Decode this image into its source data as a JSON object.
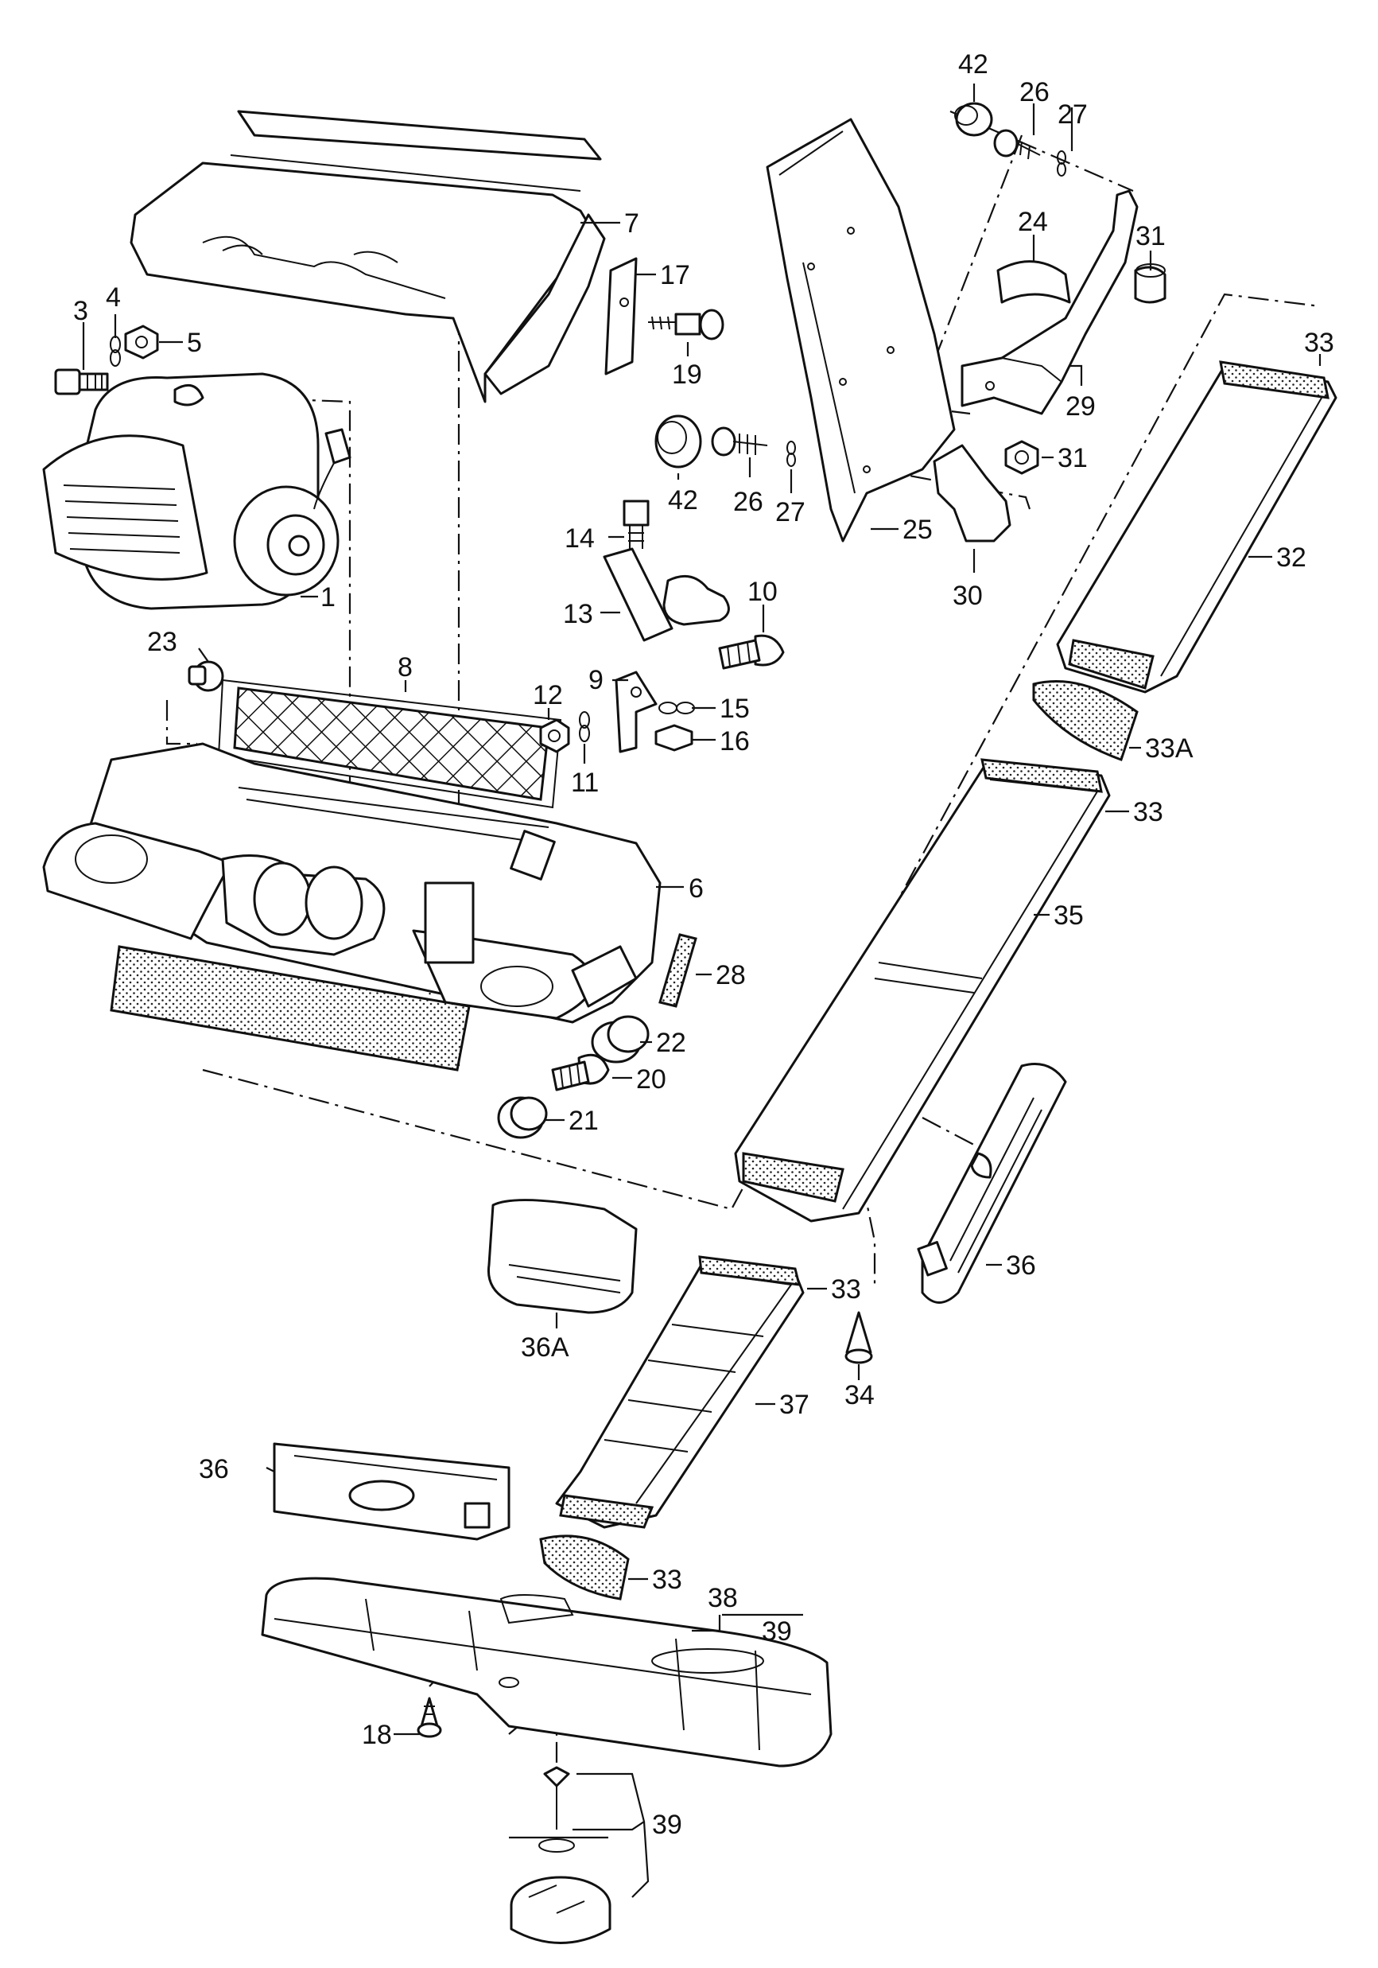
{
  "callouts": [
    {
      "id": "c1",
      "text": "1"
    },
    {
      "id": "c3",
      "text": "3"
    },
    {
      "id": "c4",
      "text": "4"
    },
    {
      "id": "c5",
      "text": "5"
    },
    {
      "id": "c6",
      "text": "6"
    },
    {
      "id": "c7",
      "text": "7"
    },
    {
      "id": "c8",
      "text": "8"
    },
    {
      "id": "c9",
      "text": "9"
    },
    {
      "id": "c10",
      "text": "10"
    },
    {
      "id": "c11",
      "text": "11"
    },
    {
      "id": "c12",
      "text": "12"
    },
    {
      "id": "c13",
      "text": "13"
    },
    {
      "id": "c14",
      "text": "14"
    },
    {
      "id": "c15",
      "text": "15"
    },
    {
      "id": "c16",
      "text": "16"
    },
    {
      "id": "c17",
      "text": "17"
    },
    {
      "id": "c18",
      "text": "18"
    },
    {
      "id": "c19",
      "text": "19"
    },
    {
      "id": "c20",
      "text": "20"
    },
    {
      "id": "c21",
      "text": "21"
    },
    {
      "id": "c22",
      "text": "22"
    },
    {
      "id": "c23",
      "text": "23"
    },
    {
      "id": "c24",
      "text": "24"
    },
    {
      "id": "c25",
      "text": "25"
    },
    {
      "id": "c26a",
      "text": "26"
    },
    {
      "id": "c26b",
      "text": "26"
    },
    {
      "id": "c27a",
      "text": "27"
    },
    {
      "id": "c27b",
      "text": "27"
    },
    {
      "id": "c28",
      "text": "28"
    },
    {
      "id": "c29",
      "text": "29"
    },
    {
      "id": "c30",
      "text": "30"
    },
    {
      "id": "c31a",
      "text": "31"
    },
    {
      "id": "c31b",
      "text": "31"
    },
    {
      "id": "c32",
      "text": "32"
    },
    {
      "id": "c33a",
      "text": "33"
    },
    {
      "id": "c33b",
      "text": "33"
    },
    {
      "id": "c33c",
      "text": "33"
    },
    {
      "id": "c33d",
      "text": "33"
    },
    {
      "id": "c33A",
      "text": "33A"
    },
    {
      "id": "c34",
      "text": "34"
    },
    {
      "id": "c35",
      "text": "35"
    },
    {
      "id": "c36a",
      "text": "36"
    },
    {
      "id": "c36b",
      "text": "36"
    },
    {
      "id": "c36A",
      "text": "36A"
    },
    {
      "id": "c37",
      "text": "37"
    },
    {
      "id": "c38",
      "text": "38"
    },
    {
      "id": "c39a",
      "text": "39"
    },
    {
      "id": "c39b",
      "text": "39"
    },
    {
      "id": "c42a",
      "text": "42"
    },
    {
      "id": "c42b",
      "text": "42"
    }
  ]
}
